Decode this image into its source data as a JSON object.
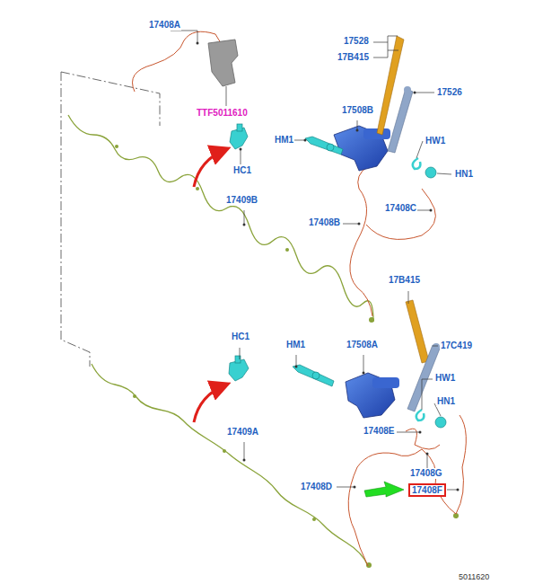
{
  "diagram": {
    "labels": [
      "17408A",
      "17528",
      "17B415",
      "17526",
      "17508B",
      "TTF5011610",
      "HM1",
      "HW1",
      "HC1",
      "HN1",
      "17409B",
      "17408C",
      "17408B",
      "17B415",
      "HC1",
      "HM1",
      "17508A",
      "17C419",
      "HW1",
      "HN1",
      "17408E",
      "17409A",
      "17408G",
      "17408D",
      "17408F",
      "5011620"
    ]
  }
}
